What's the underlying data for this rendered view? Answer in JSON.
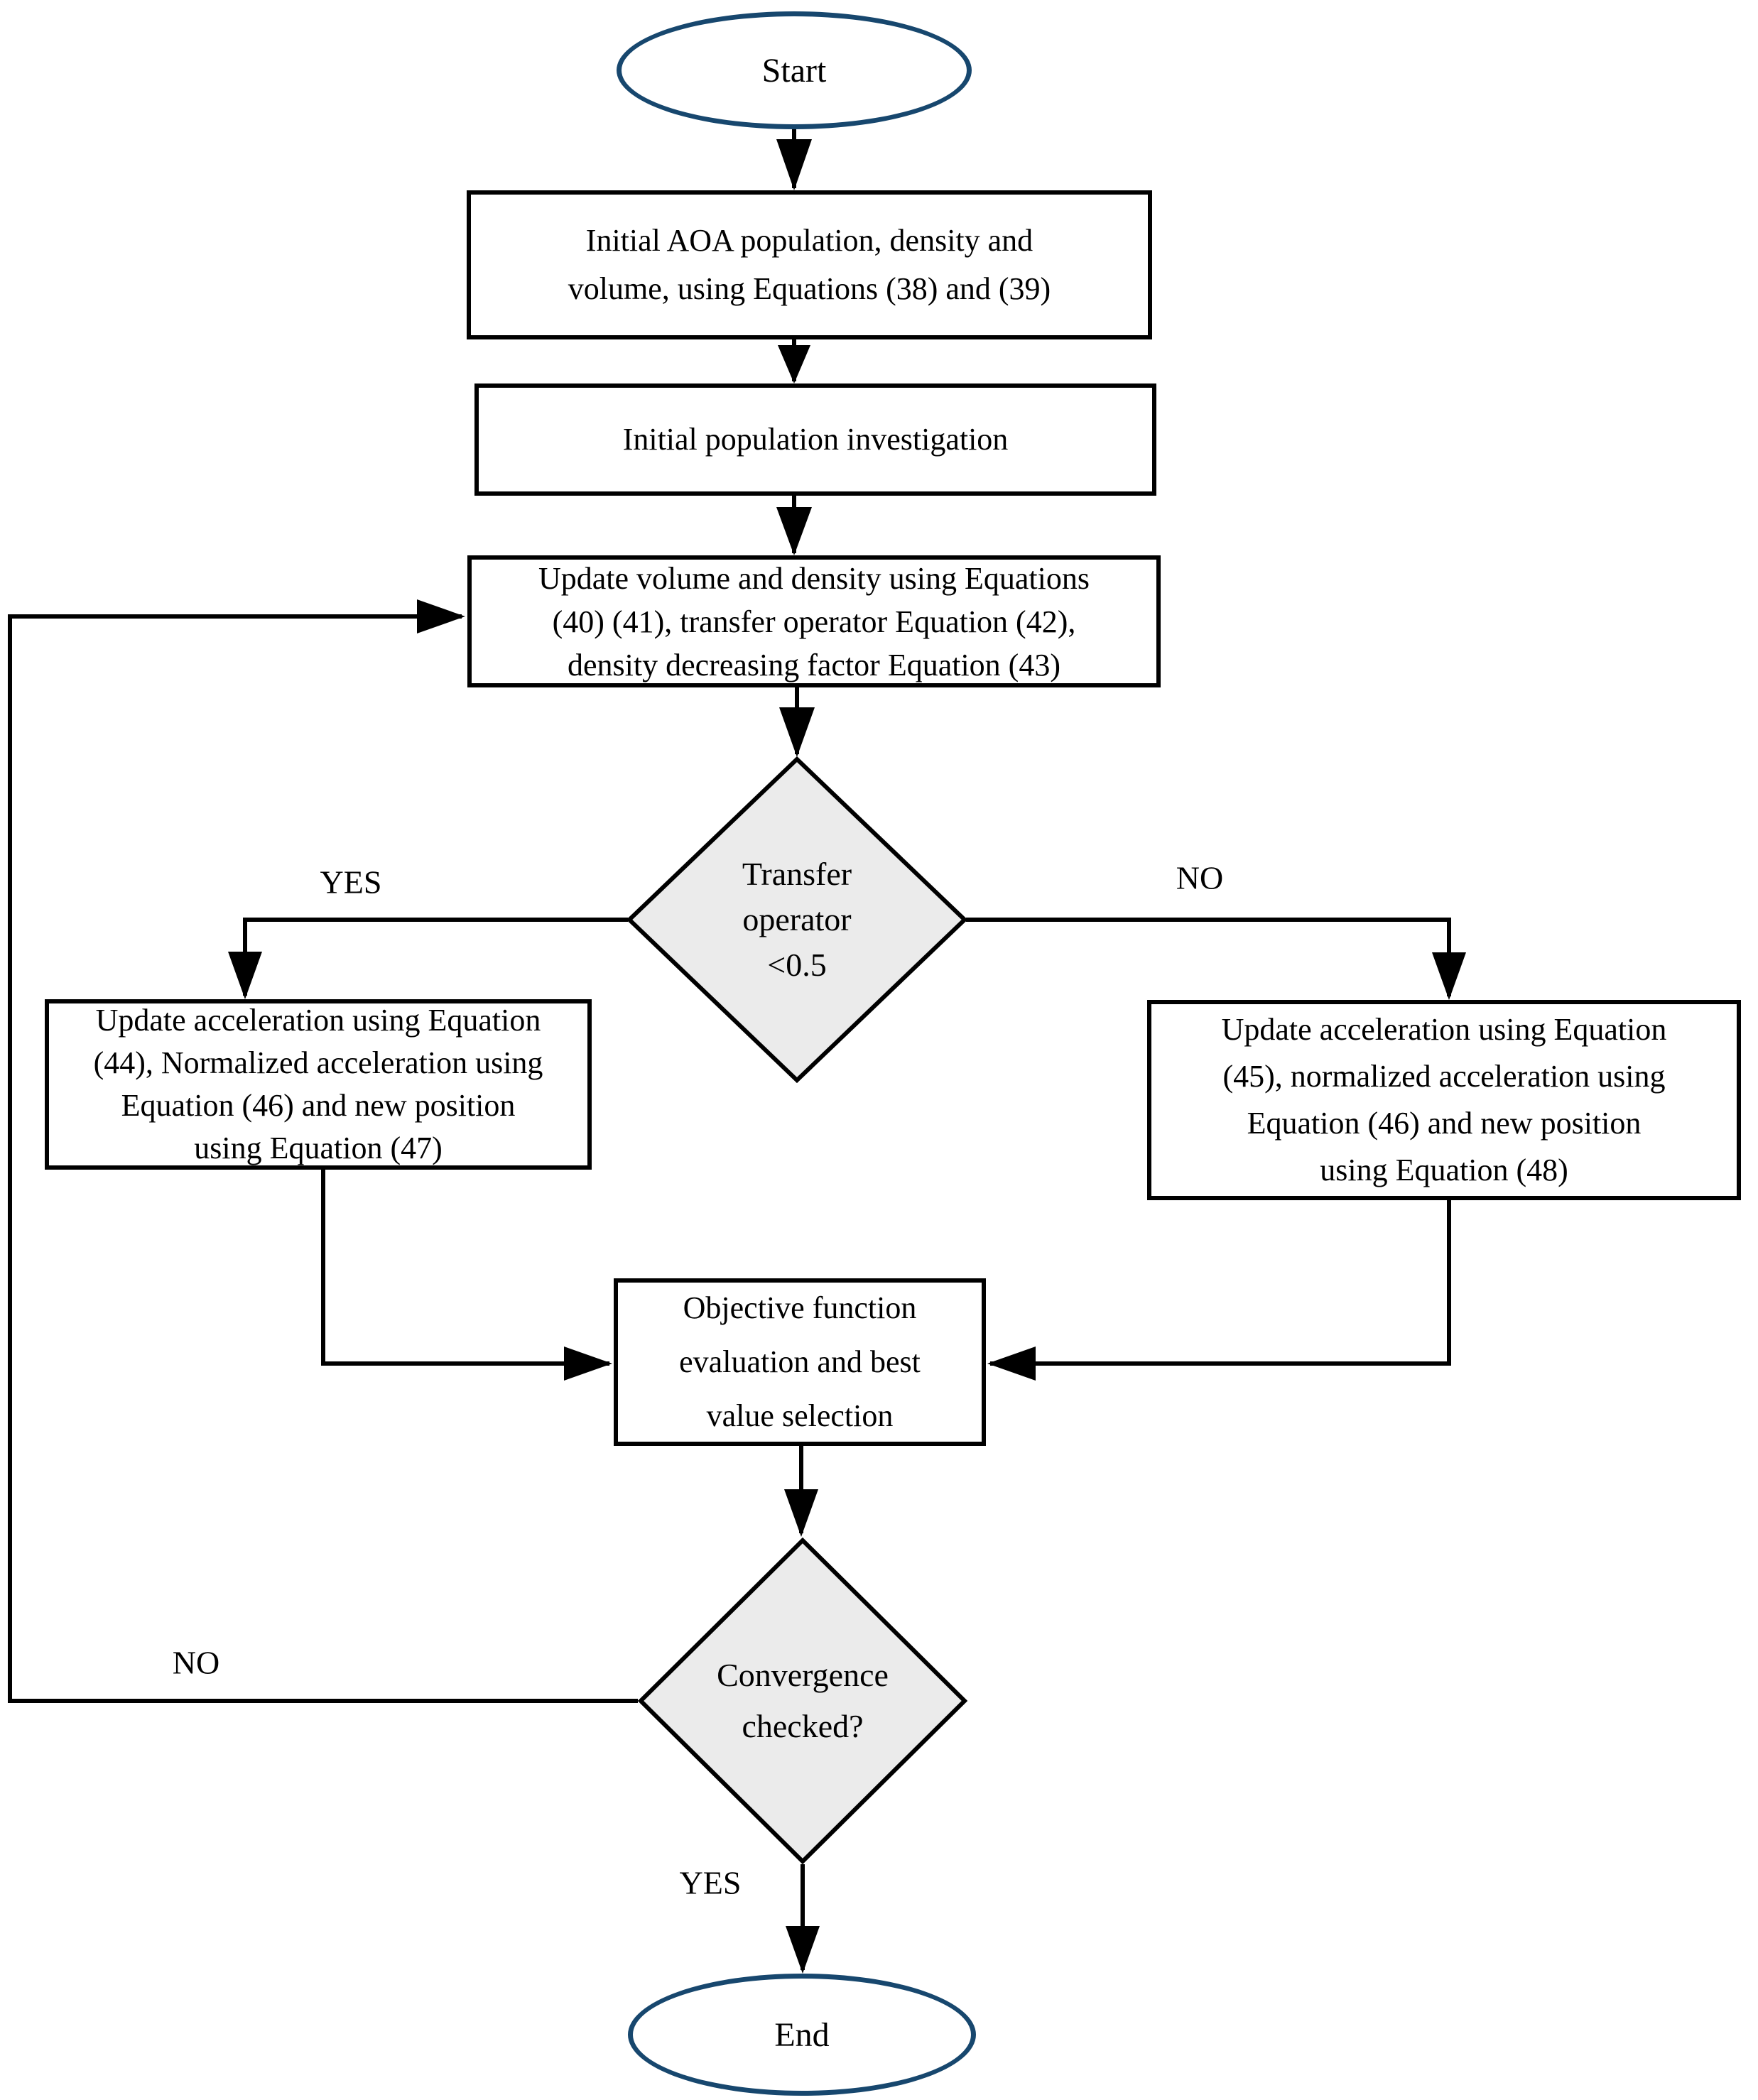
{
  "diagram": {
    "title_hint": "AOA optimization algorithm flowchart",
    "colors": {
      "terminator_border": "#17476e",
      "decision_fill": "#ebebeb",
      "line_color": "#000000",
      "background": "#ffffff",
      "text_color": "#000000"
    },
    "nodes": {
      "start": {
        "label": "Start"
      },
      "initial_population": {
        "lines": [
          "Initial AOA population, density and",
          "volume, using Equations (38) and (39)"
        ]
      },
      "initial_investigation": {
        "lines": [
          "Initial population investigation"
        ]
      },
      "update_volume_density": {
        "lines": [
          "Update volume and density using Equations",
          "(40) (41), transfer operator  Equation (42),",
          "density decreasing factor Equation (43)"
        ]
      },
      "transfer_operator_decision": {
        "lines": [
          "Transfer",
          "operator",
          "<0.5"
        ]
      },
      "update_acceleration_yes": {
        "lines": [
          "Update acceleration using Equation",
          "(44), Normalized acceleration using",
          "Equation (46) and new position",
          "using Equation  (47)"
        ]
      },
      "update_acceleration_no": {
        "lines": [
          "Update acceleration using Equation",
          "(45), normalized acceleration using",
          "Equation (46) and new position",
          "using Equation  (48)"
        ]
      },
      "objective_evaluation": {
        "lines": [
          "Objective function",
          "evaluation and best",
          "value selection"
        ]
      },
      "convergence_decision": {
        "lines": [
          "Convergence",
          "checked?"
        ]
      },
      "end": {
        "label": "End"
      }
    },
    "edge_labels": {
      "transfer_yes": "YES",
      "transfer_no": "NO",
      "convergence_no": "NO",
      "convergence_yes": "YES"
    }
  }
}
